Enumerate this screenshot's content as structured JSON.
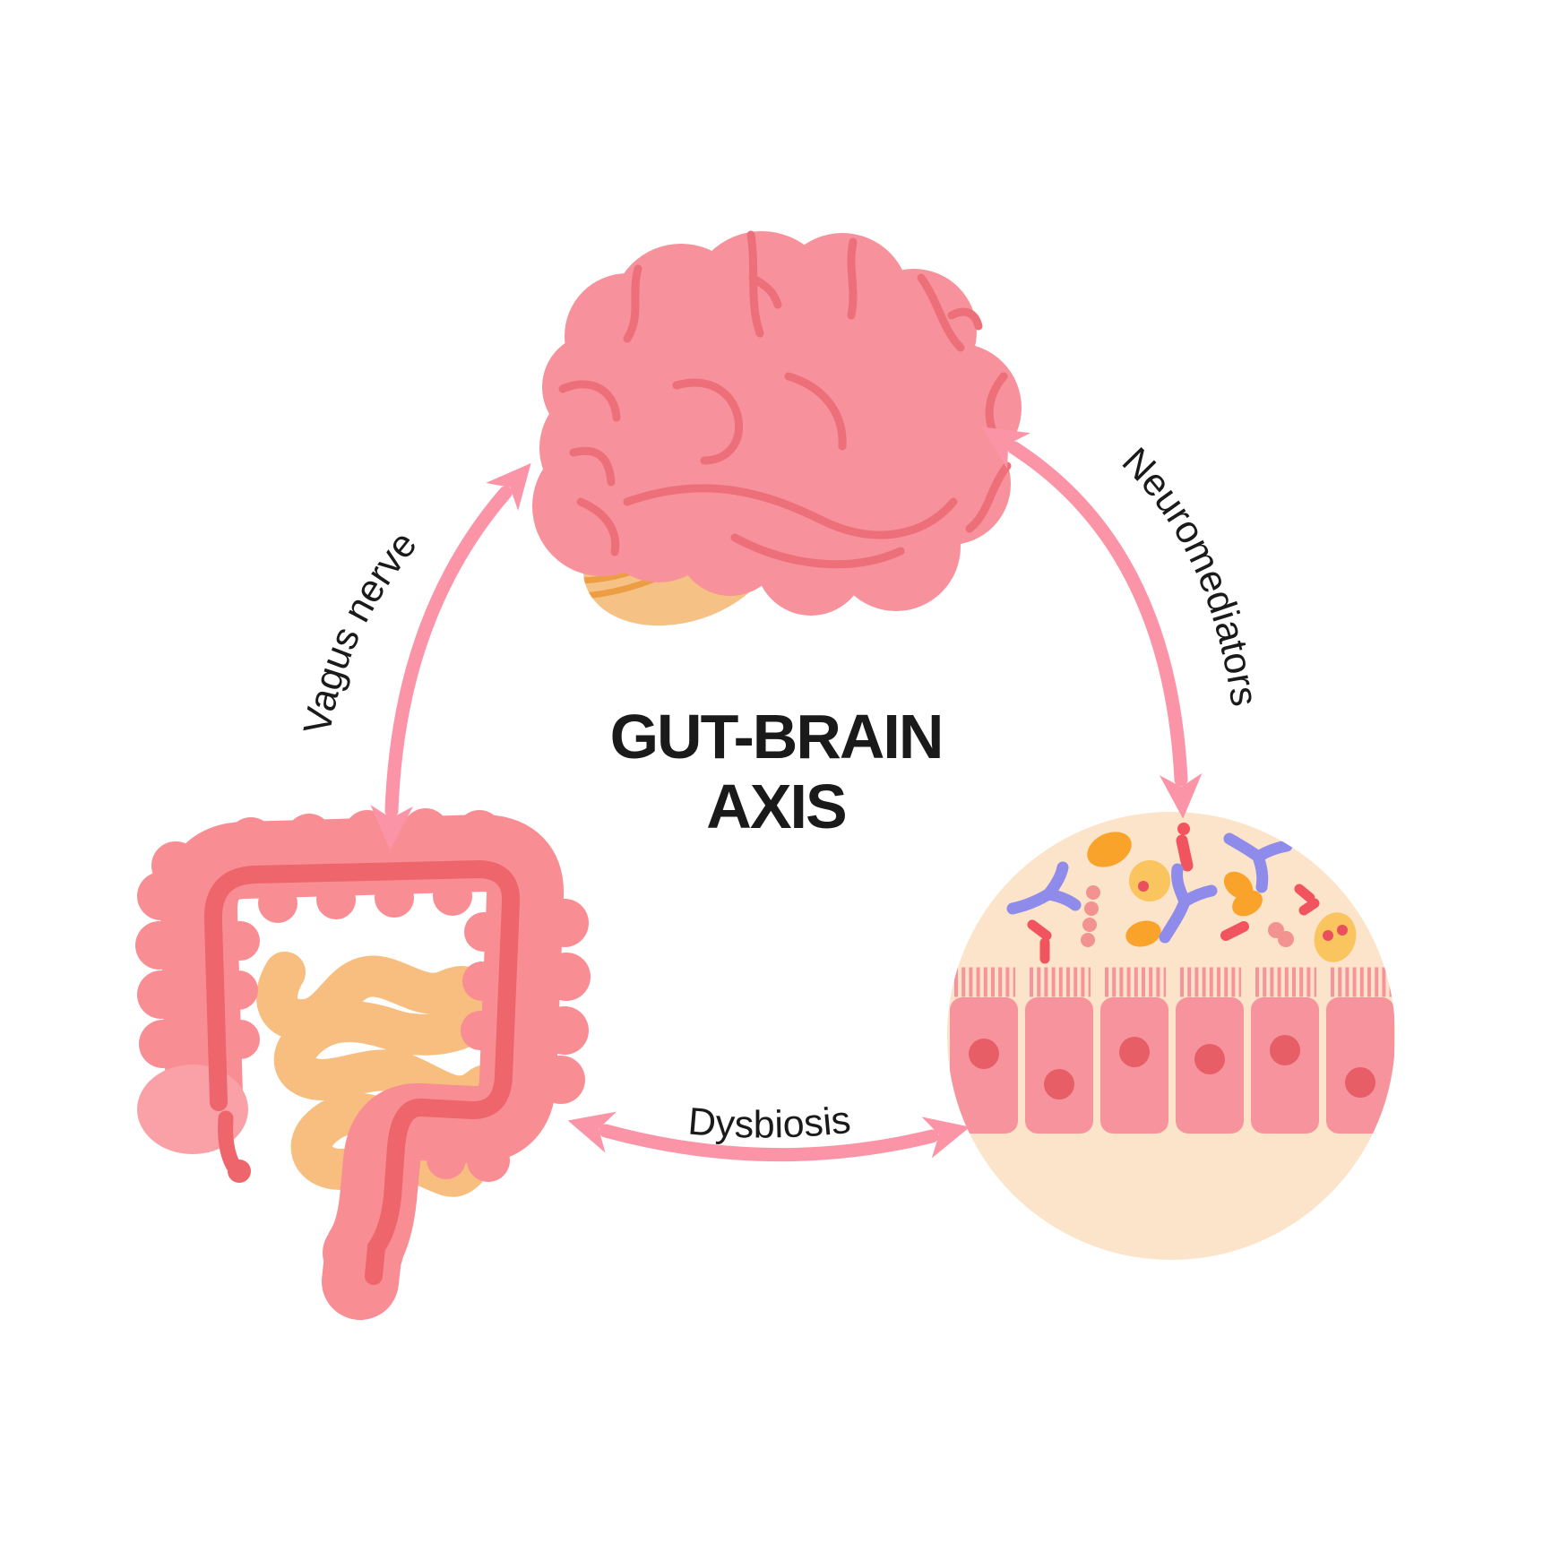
{
  "diagram": {
    "title_line1": "GUT-BRAIN",
    "title_line2": "AXIS",
    "connections": {
      "vagus": "Vagus nerve",
      "neuromediators": "Neuromediators",
      "dysbiosis": "Dysbiosis"
    },
    "nodes": {
      "top": "brain",
      "bottom_left": "intestines",
      "bottom_right": "gut epithelium with microbiome"
    },
    "colors": {
      "background": "#FFFFFF",
      "arrow_pink": "#FA94A6",
      "brain_pink": "#F7919B",
      "brain_sulci": "#EC6F79",
      "cerebellum_orange": "#F6C185",
      "cerebellum_lines": "#ED9E44",
      "intestine_pink": "#F88E93",
      "intestine_inner_line": "#EE656C",
      "small_intestine_orange": "#F7BE7F",
      "cecum_pink": "#F9A1A6",
      "circle_bg": "#FBE4C9",
      "cell_pink": "#F7939C",
      "cell_nucleus": "#E85E67",
      "microbe_orange": "#F9A32B",
      "microbe_yellow": "#FAC45F",
      "microbe_red": "#F2545F",
      "microbe_purple": "#8F8BEA",
      "microbe_salmon": "#F29390",
      "title_color": "#1A1A1A"
    }
  }
}
